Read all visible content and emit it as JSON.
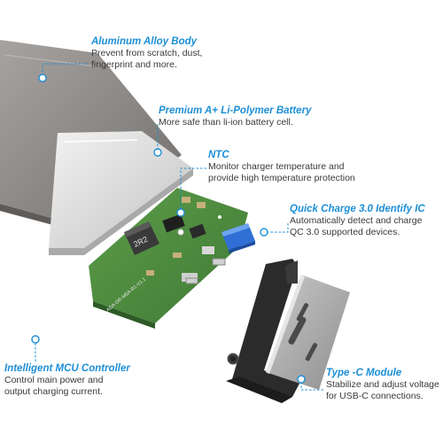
{
  "colors": {
    "accent": "#1d8fd6",
    "text": "#3a3a3a",
    "pcb": "#4a8a3c",
    "usb": "#2f6fd6",
    "bracket": "#2b2b2b",
    "shell": "#8a8784",
    "board": "#d8d8d8"
  },
  "callouts": {
    "aluminum": {
      "title": "Aluminum Alloy Body",
      "desc": "Prevent from scratch, dust,\nfingerprint and more."
    },
    "battery": {
      "title": "Premium A+ Li-Polymer Battery",
      "desc": "More safe than li-ion battery cell."
    },
    "ntc": {
      "title": "NTC",
      "desc": "Monitor charger temperature and\nprovide high temperature protection"
    },
    "qc": {
      "title": "Quick Charge 3.0 Identify IC",
      "desc": "Automatically detect and charge\nQC 3.0 supported devices."
    },
    "mcu": {
      "title": "Intelligent MCU Controller",
      "desc": "Control main power and\noutput charging current."
    },
    "typec": {
      "title": "Type -C Module",
      "desc": "Stabilize and adjust voltage\nfor USB-C connections."
    }
  },
  "pcb_labels": {
    "inductor": "2R2",
    "board_code": "ADA-DR-M5A-R1-V1.1"
  }
}
